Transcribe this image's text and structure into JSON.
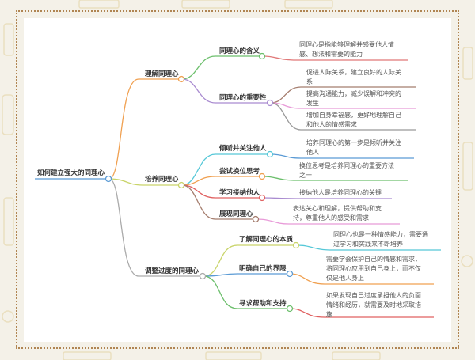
{
  "root": {
    "label": "如何建立强大的同理心",
    "color": "#5b9bd5"
  },
  "branches": [
    {
      "label": "理解同理心",
      "color": "#f0a050",
      "children": [
        {
          "label": "同理心的含义",
          "color": "#6cbf6c",
          "details": [
            {
              "text": "同理心是指能够理解并感受他人情\n感、想法和需要的能力",
              "color": "#e07878"
            }
          ]
        },
        {
          "label": "同理心的重要性",
          "color": "#a98bd0",
          "details": [
            {
              "text": "促进人际关系，建立良好的人际关\n系",
              "color": "#a57d6e"
            },
            {
              "text": "提高沟通能力，减少误解和冲突的\n发生",
              "color": "#e89ad8"
            },
            {
              "text": "增加自身幸福感，更好地理解自己\n和他人的情感需求",
              "color": "#999999"
            }
          ]
        }
      ]
    },
    {
      "label": "培养同理心",
      "color": "#c9d46a",
      "children": [
        {
          "label": "倾听并关注他人",
          "color": "#56c8d8",
          "details": [
            {
              "text": "培养同理心的第一步是倾听并关注\n他人",
              "color": "#5b9bd5"
            }
          ]
        },
        {
          "label": "尝试换位思考",
          "color": "#f0a050",
          "details": [
            {
              "text": "换位思考是培养同理心的重要方法\n之一",
              "color": "#6cbf6c"
            }
          ]
        },
        {
          "label": "学习接纳他人",
          "color": "#e06060",
          "details": [
            {
              "text": "接纳他人是培养同理心的关键",
              "color": "#a98bd0"
            }
          ]
        },
        {
          "label": "展现同理心",
          "color": "#a57d6e",
          "details": [
            {
              "text": "表达关心和理解，提供帮助和支\n持，尊重他人的感受和需求",
              "color": "#e89ad8"
            }
          ]
        }
      ]
    },
    {
      "label": "调整过度的同理心",
      "color": "#aaaaaa",
      "children": [
        {
          "label": "了解同理心的本质",
          "color": "#c9d46a",
          "details": [
            {
              "text": "同理心也是一种情感能力，需要通\n过学习和实践来不断培养",
              "color": "#56c8d8"
            }
          ]
        },
        {
          "label": "明确自己的界限",
          "color": "#5b9bd5",
          "details": [
            {
              "text": "需要学会保护自己的情感和需求，\n将同理心应用到自己身上，而不仅\n仅是他人身上",
              "color": "#f0a050"
            }
          ]
        },
        {
          "label": "寻求帮助和支持",
          "color": "#6cbf6c",
          "details": [
            {
              "text": "如果发现自己过度承担他人的负面\n情绪和经历，就需要及时地采取措\n施",
              "color": "#e06060"
            }
          ]
        }
      ]
    }
  ],
  "style": {
    "background": "#f4f1e8",
    "frame": "#b08552",
    "canvas": "#ffffff"
  }
}
